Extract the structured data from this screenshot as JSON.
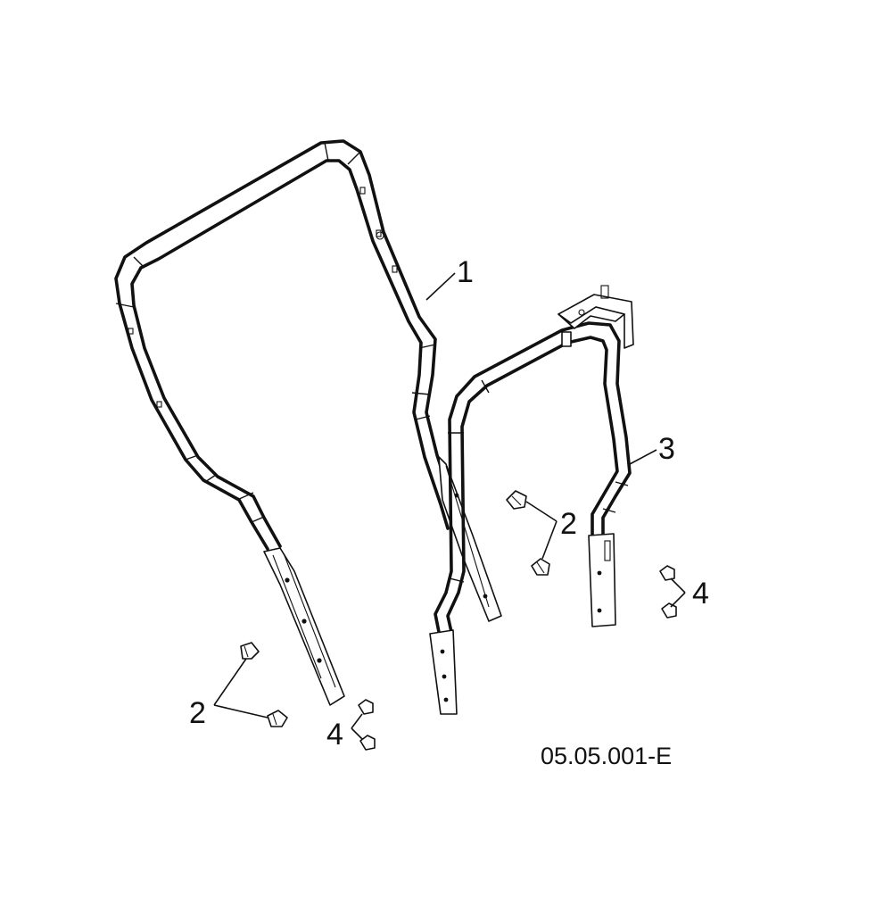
{
  "callouts": {
    "part1": "1",
    "part3": "3",
    "part2_left": "2",
    "part2_right": "2",
    "part4_left": "4",
    "part4_right": "4"
  },
  "drawing_code": "05.05.001-E"
}
